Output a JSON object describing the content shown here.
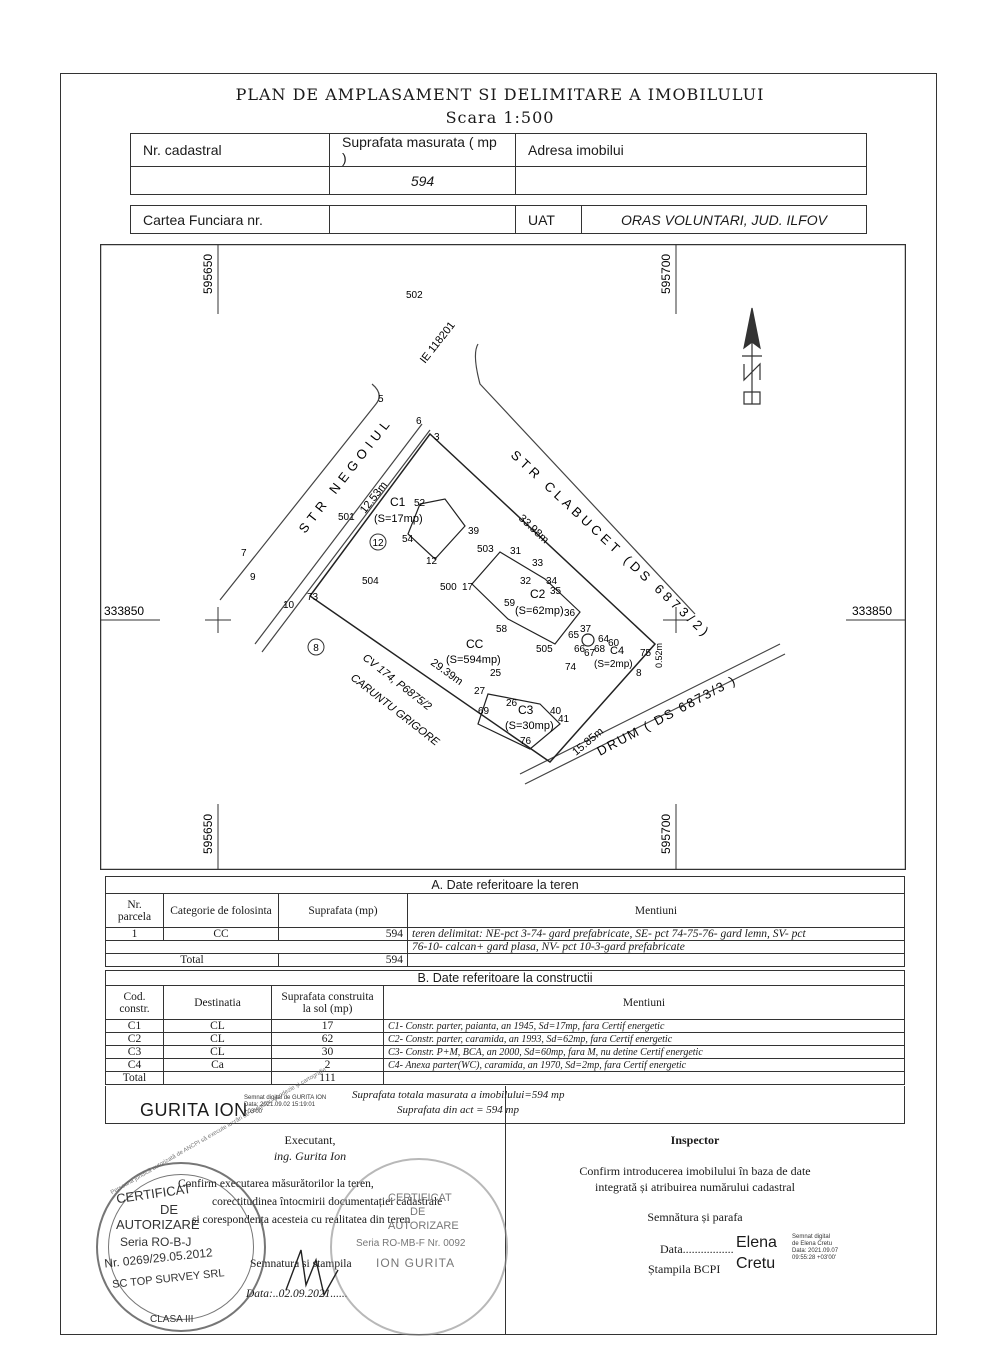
{
  "title": "PLAN DE AMPLASAMENT SI DELIMITARE A IMOBILULUI",
  "scale": "Scara 1:500",
  "header": {
    "nr_cadastral_label": "Nr. cadastral",
    "suprafata_label": "Suprafata masurata ( mp )",
    "adresa_label": "Adresa imobilui",
    "suprafata_value": "594",
    "cf_label": "Cartea Funciara nr.",
    "uat_label": "UAT",
    "uat_value": "ORAS VOLUNTARI, JUD. ILFOV"
  },
  "plan": {
    "coord_x_left": "595650",
    "coord_x_right": "595700",
    "coord_y": "333850",
    "streets": {
      "negoiul": "STR NEGOIUL",
      "clabucet": "STR CLABUCET (DS 6873/2)",
      "drum": "DRUM ( DS 6873/3 )",
      "ie": "IE 118201",
      "neighbor_cv": "CV 174, P6875/2",
      "neighbor_name": "CARUNTU GRIGORE"
    },
    "parcel_numbers": [
      "12",
      "8"
    ],
    "buildings": {
      "c1": "C1",
      "c1_area": "(S=17mp)",
      "c2": "C2",
      "c2_area": "(S=62mp)",
      "c3": "C3",
      "c3_area": "(S=30mp)",
      "c4": "C4",
      "c4_area": "(S=2mp)",
      "cc": "CC",
      "cc_area": "(S=594mp)"
    },
    "dimensions": {
      "d1": "12.53m",
      "d2": "33.98m",
      "d3": "29.39m",
      "d4": "15.85m",
      "d5": "0.52m"
    },
    "points": [
      "502",
      "5",
      "6",
      "3",
      "501",
      "52",
      "39",
      "54",
      "12",
      "503",
      "31",
      "33",
      "32",
      "34",
      "35",
      "504",
      "500",
      "17",
      "59",
      "36",
      "58",
      "65",
      "37",
      "64",
      "66",
      "67",
      "68",
      "60",
      "505",
      "74",
      "75",
      "8",
      "7",
      "9",
      "10",
      "73",
      "25",
      "27",
      "26",
      "69",
      "40",
      "41",
      "76"
    ]
  },
  "section_a": {
    "title": "A. Date referitoare la teren",
    "headers": [
      "Nr. parcela",
      "Categorie de folosinta",
      "Suprafata (mp)",
      "Mentiuni"
    ],
    "row": [
      "1",
      "CC",
      "594"
    ],
    "mentiuni_line1": "teren delimitat: NE-pct 3-74- gard prefabricate, SE- pct 74-75-76- gard lemn, SV- pct",
    "mentiuni_line2": "76-10- calcan+ gard plasa, NV- pct 10-3-gard prefabricate",
    "total_label": "Total",
    "total_value": "594"
  },
  "section_b": {
    "title": "B. Date referitoare la constructii",
    "headers": [
      "Cod. constr.",
      "Destinatia",
      "Suprafata construita la sol (mp)",
      "Mentiuni"
    ],
    "rows": [
      [
        "C1",
        "CL",
        "17",
        "C1- Constr. parter, paianta, an 1945, Sd=17mp, fara Certif energetic"
      ],
      [
        "C2",
        "CL",
        "62",
        "C2- Constr. parter, caramida, an 1993, Sd=62mp, fara Certif energetic"
      ],
      [
        "C3",
        "CL",
        "30",
        "C3- Constr. P+M, BCA, an 2000, Sd=60mp, fara M, nu detine Certif energetic"
      ],
      [
        "C4",
        "Ca",
        "2",
        "C4- Anexa parter(WC), caramida, an 1970, Sd=2mp, fara Certif energetic"
      ]
    ],
    "total_label": "Total",
    "total_value": "111"
  },
  "summary": {
    "line1": "Suprafata totala masurata a imobilului=594 mp",
    "line2": "Suprafata din act = 594 mp"
  },
  "signature_left": {
    "name": "GURITA ION",
    "digital_line1": "Semnat digital de GURITA ION",
    "digital_line2": "Data: 2021.09.02 15:19:01",
    "digital_line3": "+03'00'"
  },
  "executant": {
    "title": "Executant,",
    "name": "ing. Gurita Ion",
    "text1": "Confirm executarea măsurătorilor la teren,",
    "text2": "corectitudinea întocmirii documentației cadastrale",
    "text3": "și corespondența acesteia cu realitatea din teren",
    "sign": "Semnatura si stampila",
    "date": "Data:..02.09.2021......"
  },
  "stamp": {
    "ring_text": "Persoana juridică autorizată de ANCPI să execute lucrări de cadastru, geodezie și cartografie",
    "l1": "CERTIFICAT",
    "l2": "DE",
    "l3": "AUTORIZARE",
    "l4": "Seria RO-B-J",
    "l5": "Nr. 0269/29.05.2012",
    "l6": "SC TOP SURVEY SRL",
    "l7": "CLASA III"
  },
  "stamp2": {
    "l1": "CERTIFICAT",
    "l2": "DE",
    "l3": "AUTORIZARE",
    "l4": "Seria RO-MB-F Nr. 0092",
    "l5": "ION GURITA"
  },
  "inspector": {
    "title": "Inspector",
    "text1": "Confirm introducerea imobilului în baza de date",
    "text2": "integrată și atribuirea numărului cadastral",
    "semn": "Semnătura și parafa",
    "data_label": "Data.................",
    "stampila": "Ștampila BCPI",
    "sig_name1": "Elena",
    "sig_name2": "Cretu",
    "dig1": "Semnat digital",
    "dig2": "de Elena Cretu",
    "dig3": "Data: 2021.09.07",
    "dig4": "09:55:28 +03'00'"
  }
}
